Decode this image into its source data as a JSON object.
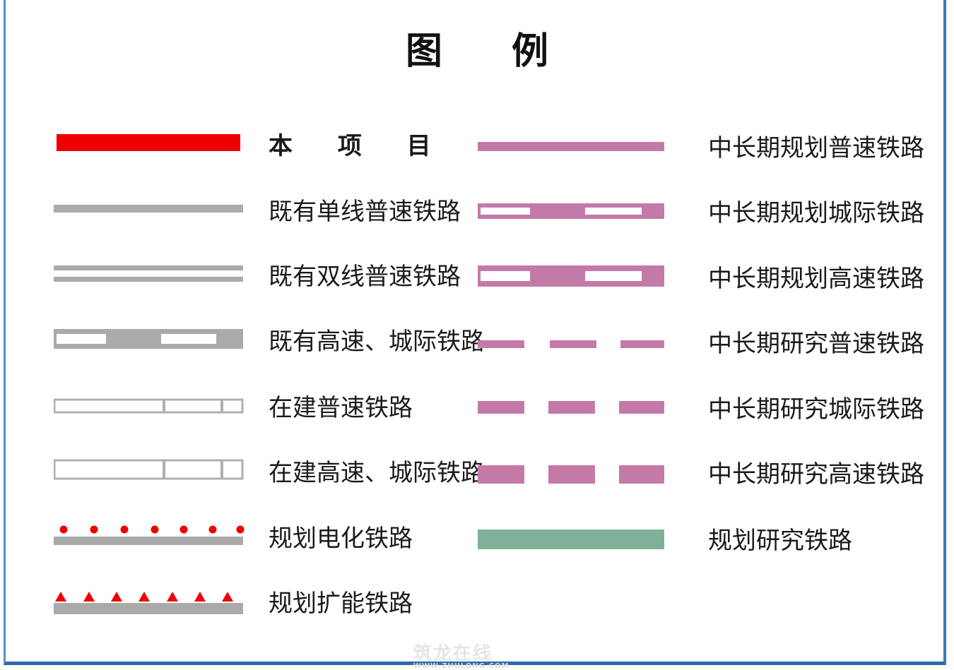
{
  "title": "图 例",
  "colors": {
    "project_red": "#ee0000",
    "existing_gray": "#aaaaaa",
    "planned_purple": "#c47aa8",
    "research_green": "#7fb19a",
    "frame_blue": "#3f79b8"
  },
  "left_items": [
    {
      "label": "本 项 目",
      "symbol": "red-solid-bar"
    },
    {
      "label": "既有单线普速铁路",
      "symbol": "gray-single-line"
    },
    {
      "label": "既有双线普速铁路",
      "symbol": "gray-double-line"
    },
    {
      "label": "既有高速、城际铁路",
      "symbol": "gray-hollow-segmented-bar"
    },
    {
      "label": "在建普速铁路",
      "symbol": "gray-outline-ladder-thin"
    },
    {
      "label": "在建高速、城际铁路",
      "symbol": "gray-outline-ladder-thick"
    },
    {
      "label": "规划电化铁路",
      "symbol": "gray-line-red-dots"
    },
    {
      "label": "规划扩能铁路",
      "symbol": "gray-line-red-triangles"
    }
  ],
  "right_items": [
    {
      "label": "中长期规划普速铁路",
      "symbol": "purple-solid-line"
    },
    {
      "label": "中长期规划城际铁路",
      "symbol": "purple-hollow-segmented-thin"
    },
    {
      "label": "中长期规划高速铁路",
      "symbol": "purple-hollow-segmented-thick"
    },
    {
      "label": "中长期研究普速铁路",
      "symbol": "purple-dashed-thin"
    },
    {
      "label": "中长期研究城际铁路",
      "symbol": "purple-dashed-medium"
    },
    {
      "label": "中长期研究高速铁路",
      "symbol": "purple-dashed-thick"
    },
    {
      "label": "规划研究铁路",
      "symbol": "green-solid-bar"
    }
  ],
  "watermark": {
    "main": "筑龙在线",
    "sub": "WWW.ZHULONG.COM"
  }
}
